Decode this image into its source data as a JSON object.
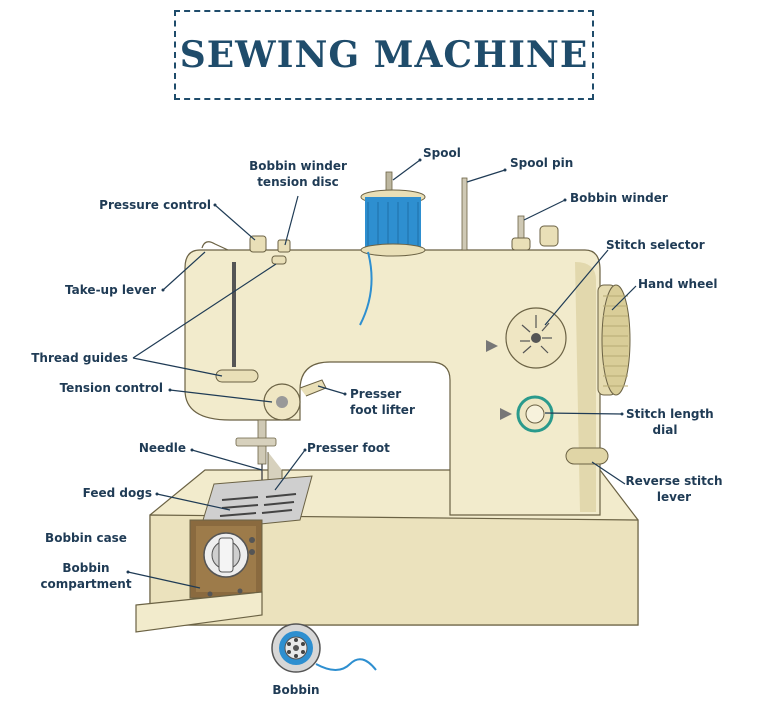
{
  "title": "SEWING MACHINE",
  "labels": {
    "spool": "Spool",
    "spool_pin": "Spool pin",
    "bobbin_winder_tension_disc_1": "Bobbin winder",
    "bobbin_winder_tension_disc_2": "tension disc",
    "bobbin_winder": "Bobbin winder",
    "pressure_control": "Pressure control",
    "stitch_selector": "Stitch selector",
    "hand_wheel": "Hand wheel",
    "take_up_lever": "Take-up lever",
    "thread_guides": "Thread guides",
    "tension_control": "Tension control",
    "presser_foot_lifter_1": "Presser",
    "presser_foot_lifter_2": "foot lifter",
    "stitch_length_dial_1": "Stitch length",
    "stitch_length_dial_2": "dial",
    "needle": "Needle",
    "presser_foot": "Presser foot",
    "reverse_stitch_lever_1": "Reverse stitch",
    "reverse_stitch_lever_2": "lever",
    "feed_dogs": "Feed dogs",
    "bobbin_case": "Bobbin case",
    "bobbin_compartment_1": "Bobbin",
    "bobbin_compartment_2": "compartment",
    "bobbin": "Bobbin"
  },
  "colors": {
    "title": "#1f4c6b",
    "body": "#f2ebcc",
    "body_shadow": "#dfd5a8",
    "outline": "#6b6244",
    "thread": "#2e8fd0",
    "label": "#1f3b55",
    "accent_teal": "#2a9a8c",
    "compartment": "#8a6a3f"
  }
}
